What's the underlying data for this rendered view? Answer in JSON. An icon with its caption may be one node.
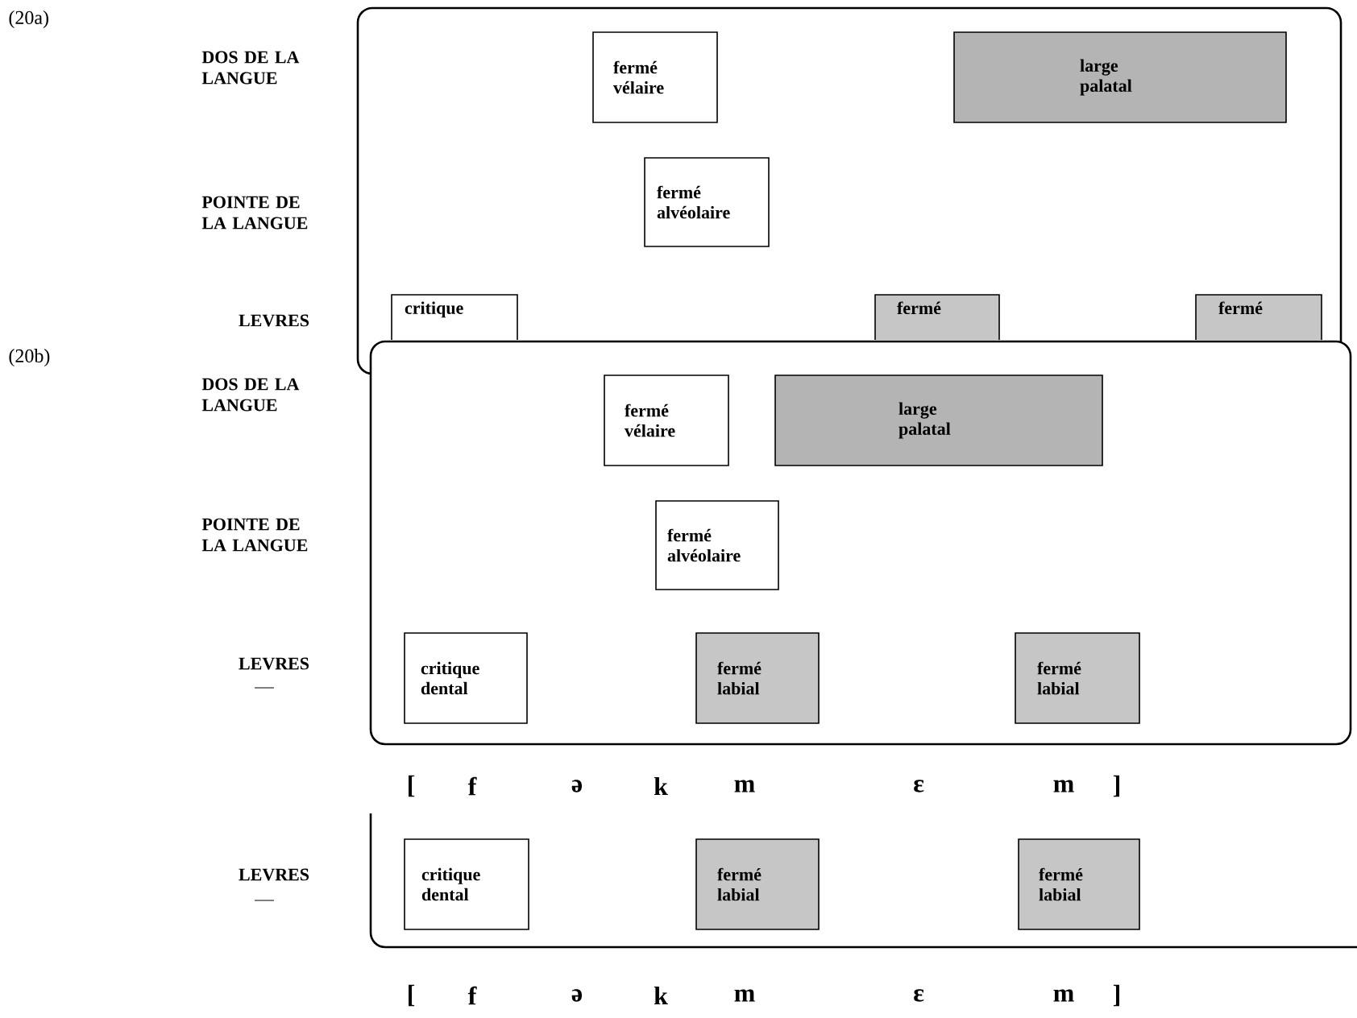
{
  "diagram": {
    "nodes": [
      {
        "text": [],
        "shape": "box"
      },
      {
        "text": [
          "fermé vélaire"
        ],
        "in": 0
      },
      {
        "text": [
          "large palatal"
        ],
        "in": 0
      },
      {
        "text": [
          "fermé alvéolaire"
        ],
        "in": 0
      },
      {
        "text": [
          "critique"
        ],
        "in": 0
      },
      {
        "text": [
          "fermé"
        ],
        "in": 0
      },
      {
        "text": [
          "fermé"
        ],
        "in": 0
      },
      {
        "text": [],
        "shape": "box"
      },
      {
        "text": [
          "fermé vélaire"
        ],
        "in": 7
      },
      {
        "text": [
          "large palatal"
        ],
        "in": 7
      },
      {
        "text": [
          "fermé alvéolaire"
        ],
        "in": 7
      },
      {
        "text": [
          "critique dental"
        ],
        "in": 7
      },
      {
        "text": [
          "fermé labial"
        ],
        "in": 7
      },
      {
        "text": [
          "fermé labial"
        ],
        "in": 7
      },
      {
        "text": [],
        "shape": "box"
      },
      {
        "text": [
          "critique dental"
        ],
        "in": 14
      },
      {
        "text": [
          "fermé labial"
        ],
        "in": 14
      },
      {
        "text": [
          "fermé labial"
        ],
        "in": 14
      }
    ],
    "labels": [
      "(20a)",
      "DOS DE LA LANGUE",
      "POINTE DE LA LANGUE",
      "LEVRES",
      "(20b)",
      "DOS DE LA LANGUE",
      "POINTE DE LA LANGUE",
      "LEVRES",
      "[",
      "f",
      "ə",
      "k",
      "m",
      "ɛ",
      "m",
      "]",
      "LEVRES",
      "[",
      "f",
      "ə",
      "k",
      "m",
      "ɛ",
      "m",
      "]"
    ]
  }
}
